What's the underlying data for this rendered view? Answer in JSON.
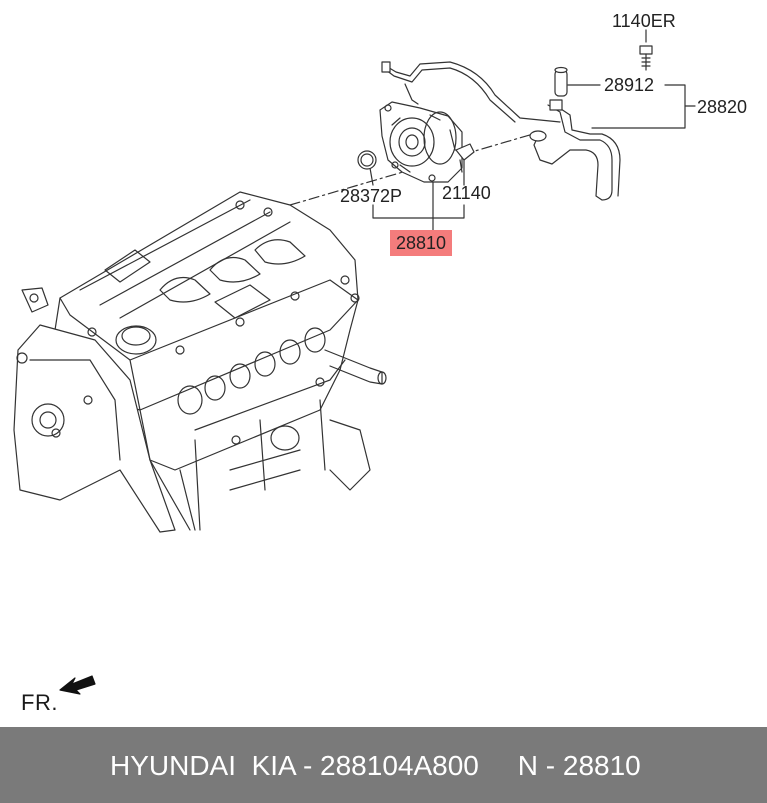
{
  "callouts": {
    "c_1140er": "1140ER",
    "c_28912": "28912",
    "c_28820": "28820",
    "c_28372p": "28372P",
    "c_21140": "21140",
    "c_28810": "28810"
  },
  "fr_label": "FR.",
  "footer": {
    "brand": "HYUNDAI  KIA",
    "part_number": "288104A800",
    "ref": "28810",
    "text": "HYUNDAI  KIA - 288104A800     N - 28810"
  },
  "colors": {
    "highlight": "#f47c7c",
    "footer_bg": "#7a7a7a",
    "line": "#333333"
  }
}
